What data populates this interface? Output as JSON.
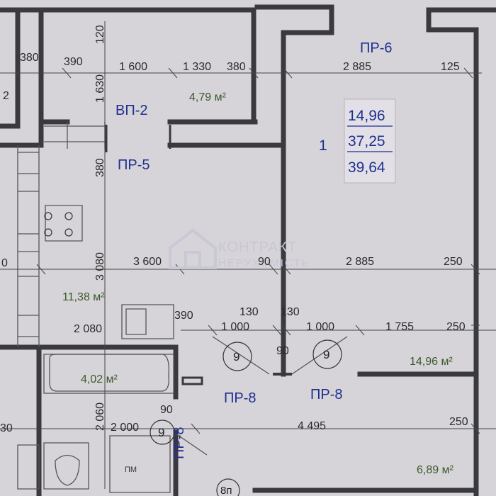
{
  "watermark": {
    "line1": "КОНТРАКТ",
    "line2": "НЕРУХОМІСТЬ"
  },
  "labels": {
    "pr6": "ПР-6",
    "vp2": "ВП-2",
    "pr5": "ПР-5",
    "pr8_left": "ПР-8",
    "pr8_right": "ПР-8",
    "pr8_vertical": "ПР-8",
    "room_no": "1",
    "pm": "ПМ",
    "circle9_a": "9",
    "circle9_b": "9",
    "circle9_c": "9",
    "circle8p": "8п"
  },
  "summary": {
    "living": "14,96",
    "total": "37,25",
    "total_with_balcony": "39,64"
  },
  "areas": {
    "balcony": "4,79 м²",
    "kitchen": "11,38 м²",
    "bathroom": "4,02 м²",
    "room": "14,96 м²",
    "hall": "6,89 м²"
  },
  "dimensions": {
    "d380_top": "380",
    "d390_top": "390",
    "d1600": "1 600",
    "d1330": "1 330",
    "d380_mid": "380",
    "d2885_top": "2 885",
    "d125": "125",
    "d1630": "1 630",
    "d120": "120",
    "d380_side": "380",
    "d3080": "3 080",
    "d3600": "3 600",
    "d90_mid": "90",
    "d2885_mid": "2 885",
    "d250_a": "250",
    "d390_low": "390",
    "d130_a": "130",
    "d130_b": "130",
    "d2080": "2 080",
    "d1000_a": "1 000",
    "d1000_b": "1 000",
    "d1755": "1 755",
    "d250_b": "250",
    "d90_door": "90",
    "d2060": "2 060",
    "d2000": "2 000",
    "d90_low": "90",
    "d4495": "4 495",
    "d250_c": "250",
    "d0_left": "0",
    "d30_left": "30",
    "d2_left": "2"
  }
}
